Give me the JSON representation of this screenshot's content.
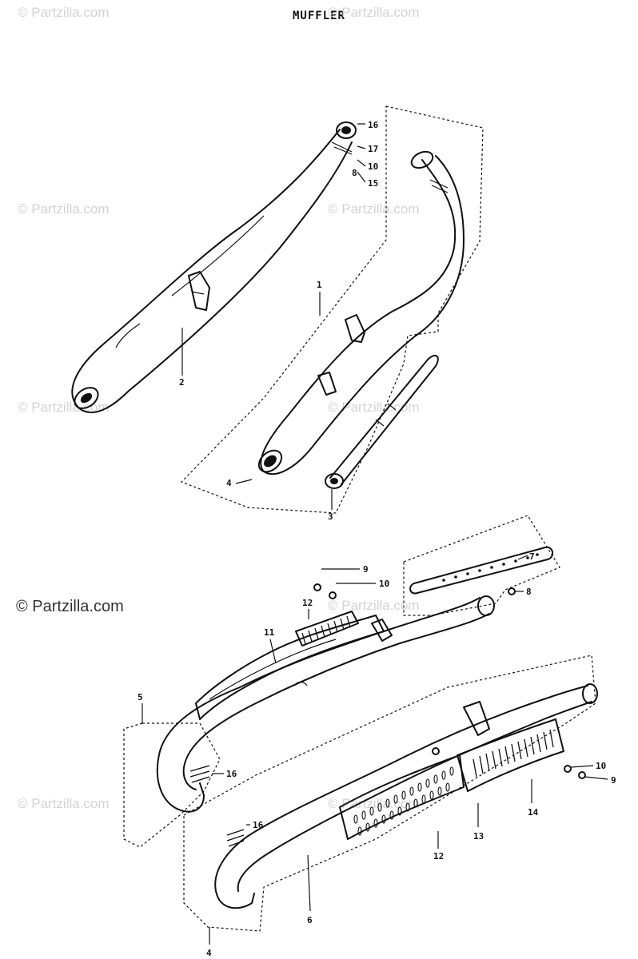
{
  "title": "MUFFLER",
  "watermark_text": "© Partzilla.com",
  "callouts": {
    "c16a": "16",
    "c17": "17",
    "c10a": "10",
    "c8a": "8",
    "c15": "15",
    "c1": "1",
    "c2": "2",
    "c4a": "4",
    "c3": "3",
    "c9a": "9",
    "c10b": "10",
    "c12a": "12",
    "c11": "11",
    "c7": "7",
    "c8b": "8",
    "c5": "5",
    "c16b": "16",
    "c16c": "16",
    "c6": "6",
    "c4b": "4",
    "c12b": "12",
    "c13": "13",
    "c14": "14",
    "c10c": "10",
    "c9b": "9"
  }
}
